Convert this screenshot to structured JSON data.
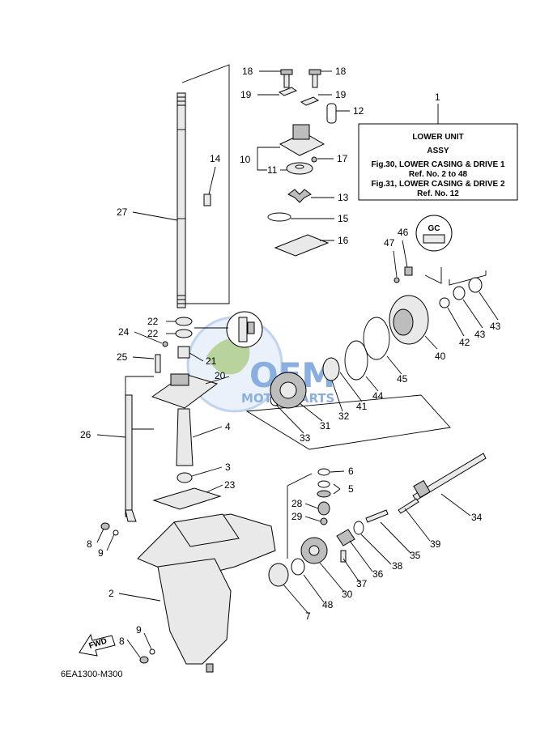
{
  "info_box": {
    "ref": "1",
    "title": "LOWER UNIT",
    "subtitle": "ASSY",
    "line1": "Fig.30, LOWER CASING & DRIVE 1",
    "line2": "Ref. No. 2 to 48",
    "line3": "Fig.31, LOWER CASING & DRIVE 2",
    "line4": "Ref. No. 12"
  },
  "diagram_code": "6EA1300-M300",
  "fwd_label": "FWD",
  "grease_label": "GC",
  "watermark": {
    "brand": "OEM",
    "sub": "MOTORPARTS"
  },
  "callouts": [
    "18",
    "18",
    "19",
    "19",
    "12",
    "10",
    "17",
    "11",
    "14",
    "13",
    "15",
    "27",
    "16",
    "47",
    "46",
    "22",
    "22",
    "24",
    "25",
    "21",
    "20",
    "26",
    "4",
    "3",
    "23",
    "33",
    "31",
    "32",
    "41",
    "44",
    "45",
    "40",
    "42",
    "43",
    "43",
    "6",
    "5",
    "28",
    "29",
    "8",
    "9",
    "34",
    "39",
    "35",
    "38",
    "36",
    "37",
    "30",
    "2",
    "48",
    "7",
    "9",
    "8"
  ]
}
